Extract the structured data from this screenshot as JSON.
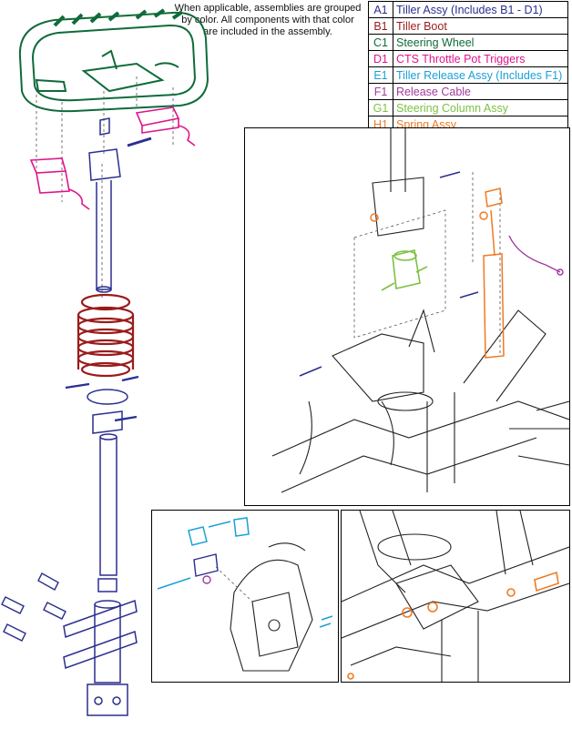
{
  "note": "When applicable, assemblies are grouped by color.  All components with that color are included in the assembly.",
  "legend": [
    {
      "code": "A1",
      "label": "Tiller Assy (Includes B1 - D1)",
      "color": "#2b2f8f"
    },
    {
      "code": "B1",
      "label": "Tiller Boot",
      "color": "#9b1b1b"
    },
    {
      "code": "C1",
      "label": "Steering Wheel",
      "color": "#0f6b3a"
    },
    {
      "code": "D1",
      "label": "CTS Throttle Pot Triggers",
      "color": "#e0148a"
    },
    {
      "code": "E1",
      "label": "Tiller Release Assy (Includes F1)",
      "color": "#1aa0d8"
    },
    {
      "code": "F1",
      "label": "Release Cable",
      "color": "#a23a9c"
    },
    {
      "code": "G1",
      "label": "Steering Column Assy",
      "color": "#7dc142"
    },
    {
      "code": "H1",
      "label": "Spring Assy",
      "color": "#f07a22"
    }
  ],
  "colors": {
    "line": "#222222"
  }
}
